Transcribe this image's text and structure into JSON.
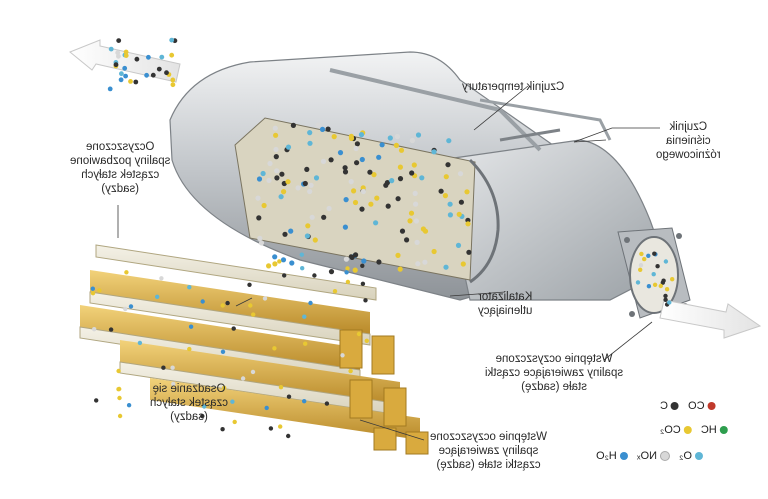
{
  "labels": {
    "temp_sensor": "Czujnik temperatury",
    "pressure_sensor": "Czujnik\nciśnienia\nróżnicowego",
    "clean_out": "Oczyszczone\nspaliny pozbawione\ncząstek stałych\n(sadzy)",
    "oxidation_catalyst": "Katalizator\nutleniający",
    "pre_cleaned_top": "Wstępnie oczyszczone\nspaliny zawierające cząstki\nstałe (sadzę)",
    "soot_deposit": "Osadzanie się\ncząstek stałych\n(sadzy)",
    "pre_cleaned_bottom": "Wstępnie oczyszczone\nspaliny zawierające\ncząstki stałe (sadzę)"
  },
  "legend": [
    {
      "text": "CO",
      "color": "#c0392b"
    },
    {
      "text": "C",
      "color": "#333333"
    },
    {
      "text": "HC",
      "color": "#2e9e4e"
    },
    {
      "text": "CO₂",
      "color": "#e8c832"
    },
    {
      "text": "O₂",
      "color": "#5fb6d6"
    },
    {
      "text": "NOₓ",
      "color": "#d8d8d8"
    },
    {
      "text": "H₂O",
      "color": "#3a8fd0"
    }
  ]
}
